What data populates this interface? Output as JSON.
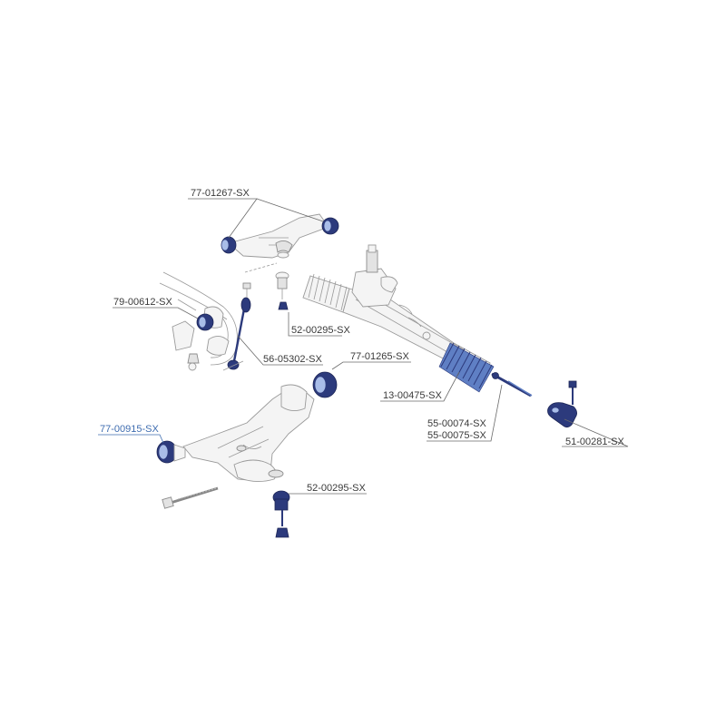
{
  "callouts": {
    "upper_arm_bushing": "77-01267-SX",
    "stabilizer_bushing": "79-00612-SX",
    "upper_ball_joint": "52-00295-SX",
    "stabilizer_link": "56-05302-SX",
    "lower_arm_rear_bushing": "77-01265-SX",
    "rack_boot": "13-00475-SX",
    "lower_arm_front_bushing": "77-00915-SX",
    "inner_tie_rod_1": "55-00074-SX",
    "inner_tie_rod_2": "55-00075-SX",
    "outer_tie_rod_end": "51-00281-SX",
    "lower_ball_joint": "52-00295-SX"
  },
  "colors": {
    "highlight": "#2c3a7c",
    "selected_label": "#3f6db0",
    "label": "#3a3a3a",
    "line": "#9a9a9a"
  }
}
